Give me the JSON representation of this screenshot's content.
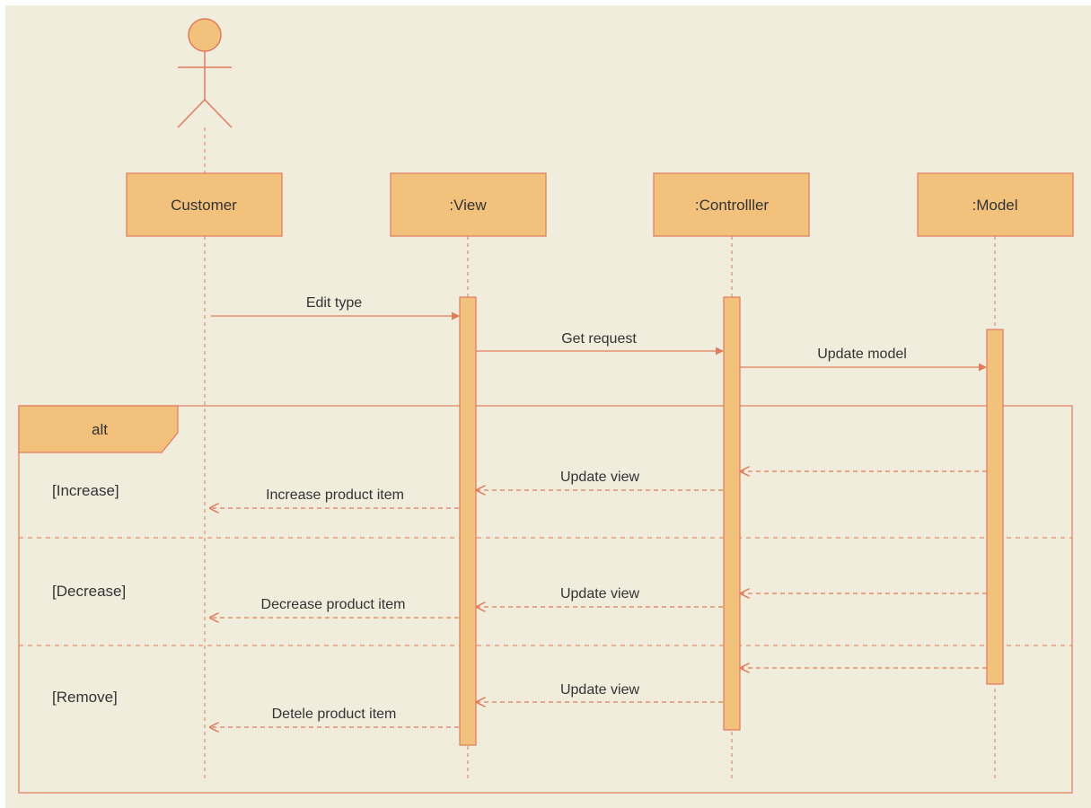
{
  "diagram": {
    "colors": {
      "background": "#f0eddc",
      "fill": "#f2c27d",
      "stroke": "#e07b5d",
      "text": "#333333"
    },
    "actor": {
      "name": "Customer"
    },
    "lifelines": [
      {
        "id": "customer",
        "label": "Customer"
      },
      {
        "id": "view",
        "label": ":View"
      },
      {
        "id": "controller",
        "label": ":Controlller"
      },
      {
        "id": "model",
        "label": ":Model"
      }
    ],
    "messages": [
      {
        "id": "edit-type",
        "label": "Edit type",
        "from": "customer",
        "to": "view",
        "kind": "sync"
      },
      {
        "id": "get-request",
        "label": "Get request",
        "from": "view",
        "to": "controller",
        "kind": "sync"
      },
      {
        "id": "update-model",
        "label": "Update model",
        "from": "controller",
        "to": "model",
        "kind": "sync"
      },
      {
        "id": "ret-model-increase",
        "label": "",
        "from": "model",
        "to": "controller",
        "kind": "return"
      },
      {
        "id": "update-view-increase",
        "label": "Update view",
        "from": "controller",
        "to": "view",
        "kind": "return"
      },
      {
        "id": "increase-product-item",
        "label": "Increase product item",
        "from": "view",
        "to": "customer",
        "kind": "return"
      },
      {
        "id": "ret-model-decrease",
        "label": "",
        "from": "model",
        "to": "controller",
        "kind": "return"
      },
      {
        "id": "update-view-decrease",
        "label": "Update view",
        "from": "controller",
        "to": "view",
        "kind": "return"
      },
      {
        "id": "decrease-product-item",
        "label": "Decrease product item",
        "from": "view",
        "to": "customer",
        "kind": "return"
      },
      {
        "id": "ret-model-remove",
        "label": "",
        "from": "model",
        "to": "controller",
        "kind": "return"
      },
      {
        "id": "update-view-remove",
        "label": "Update view",
        "from": "controller",
        "to": "view",
        "kind": "return"
      },
      {
        "id": "delete-product-item",
        "label": "Detele product item",
        "from": "view",
        "to": "customer",
        "kind": "return"
      }
    ],
    "fragment": {
      "operator": "alt",
      "guards": [
        "[Increase]",
        "[Decrease]",
        "[Remove]"
      ]
    }
  }
}
